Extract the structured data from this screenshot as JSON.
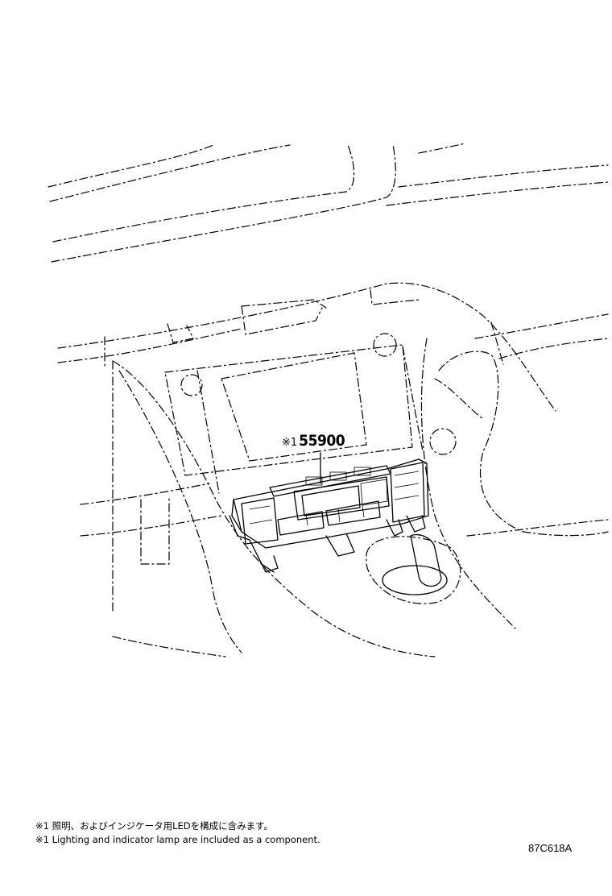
{
  "callout": {
    "mark": "※1",
    "part_number": "55900"
  },
  "notes": [
    "※1 照明、およびインジケータ用LEDを構成に含みます。",
    "※1 Lighting and indicator lamp are included as a component."
  ],
  "drawing_code": "87C618A"
}
